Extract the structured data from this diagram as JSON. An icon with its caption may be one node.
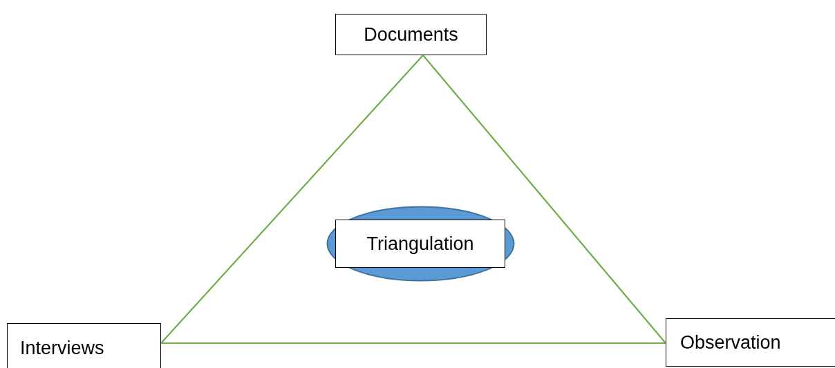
{
  "diagram": {
    "nodes": [
      {
        "text": [
          "Documents"
        ]
      },
      {
        "text": [
          "Interviews"
        ]
      },
      {
        "text": [
          "Observation"
        ]
      },
      {
        "text": [
          "Triangulation"
        ]
      }
    ],
    "edges": [
      {
        "from": 0,
        "to": 1,
        "arrow": "none"
      },
      {
        "from": 1,
        "to": 2,
        "arrow": "none"
      },
      {
        "from": 2,
        "to": 0,
        "arrow": "none"
      }
    ]
  }
}
